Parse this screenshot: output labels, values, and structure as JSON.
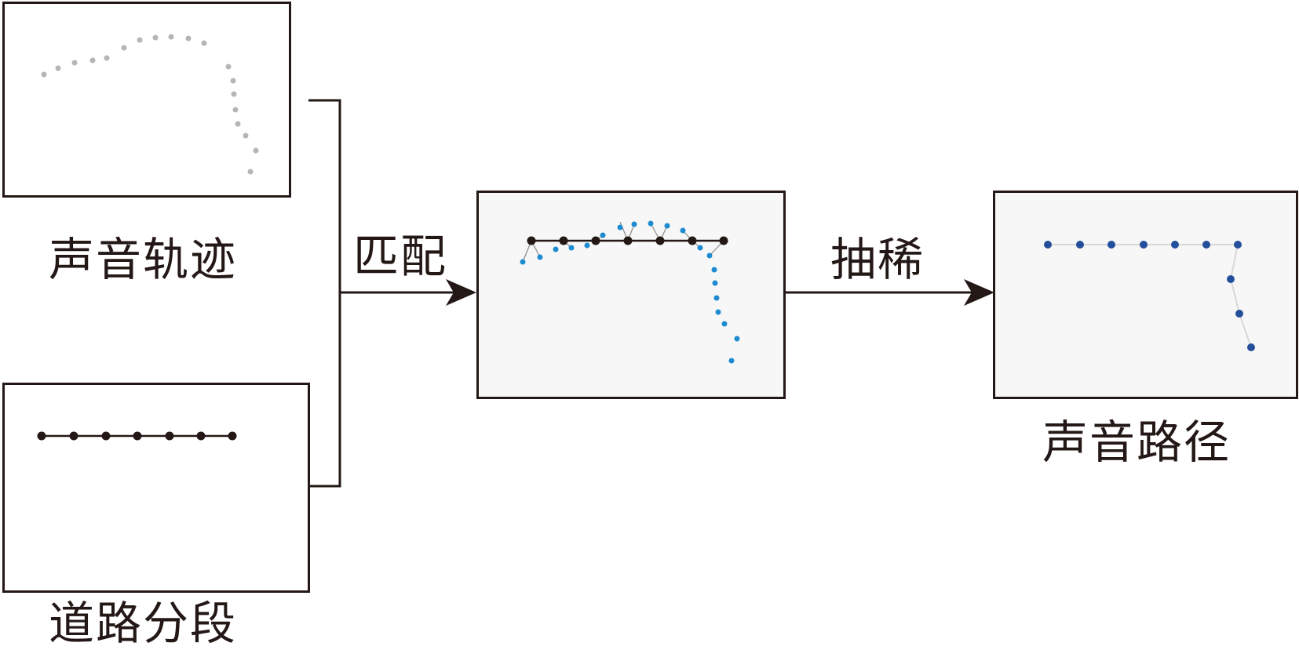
{
  "panels": {
    "sound_trajectory": {
      "caption": "声音轨迹"
    },
    "road_segments": {
      "caption": "道路分段"
    },
    "matched": {
      "caption": ""
    },
    "sound_path": {
      "caption": "声音路径"
    }
  },
  "steps": {
    "match": "匹配",
    "thin": "抽稀"
  },
  "colors": {
    "border": "#231815",
    "trajectory_points": "#b5b5b5",
    "road_points": "#231815",
    "matched_points": "#1d8bd0",
    "path_points": "#244f9c",
    "panel_fill": "#f7f7f7"
  }
}
